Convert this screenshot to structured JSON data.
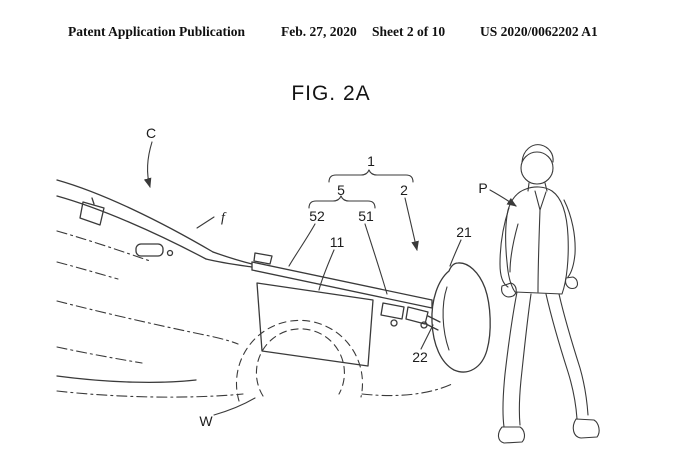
{
  "header": {
    "publication": "Patent Application Publication",
    "date": "Feb. 27, 2020",
    "sheet": "Sheet 2 of 10",
    "number": "US 2020/0062202 A1"
  },
  "figure": {
    "title": "FIG. 2A",
    "labels": {
      "C": "C",
      "f": "f",
      "1": "1",
      "5": "5",
      "2": "2",
      "52": "52",
      "51": "51",
      "11": "11",
      "21": "21",
      "22": "22",
      "P": "P",
      "W": "W"
    }
  },
  "colors": {
    "ink": "#3a3a3a",
    "background": "#ffffff"
  }
}
